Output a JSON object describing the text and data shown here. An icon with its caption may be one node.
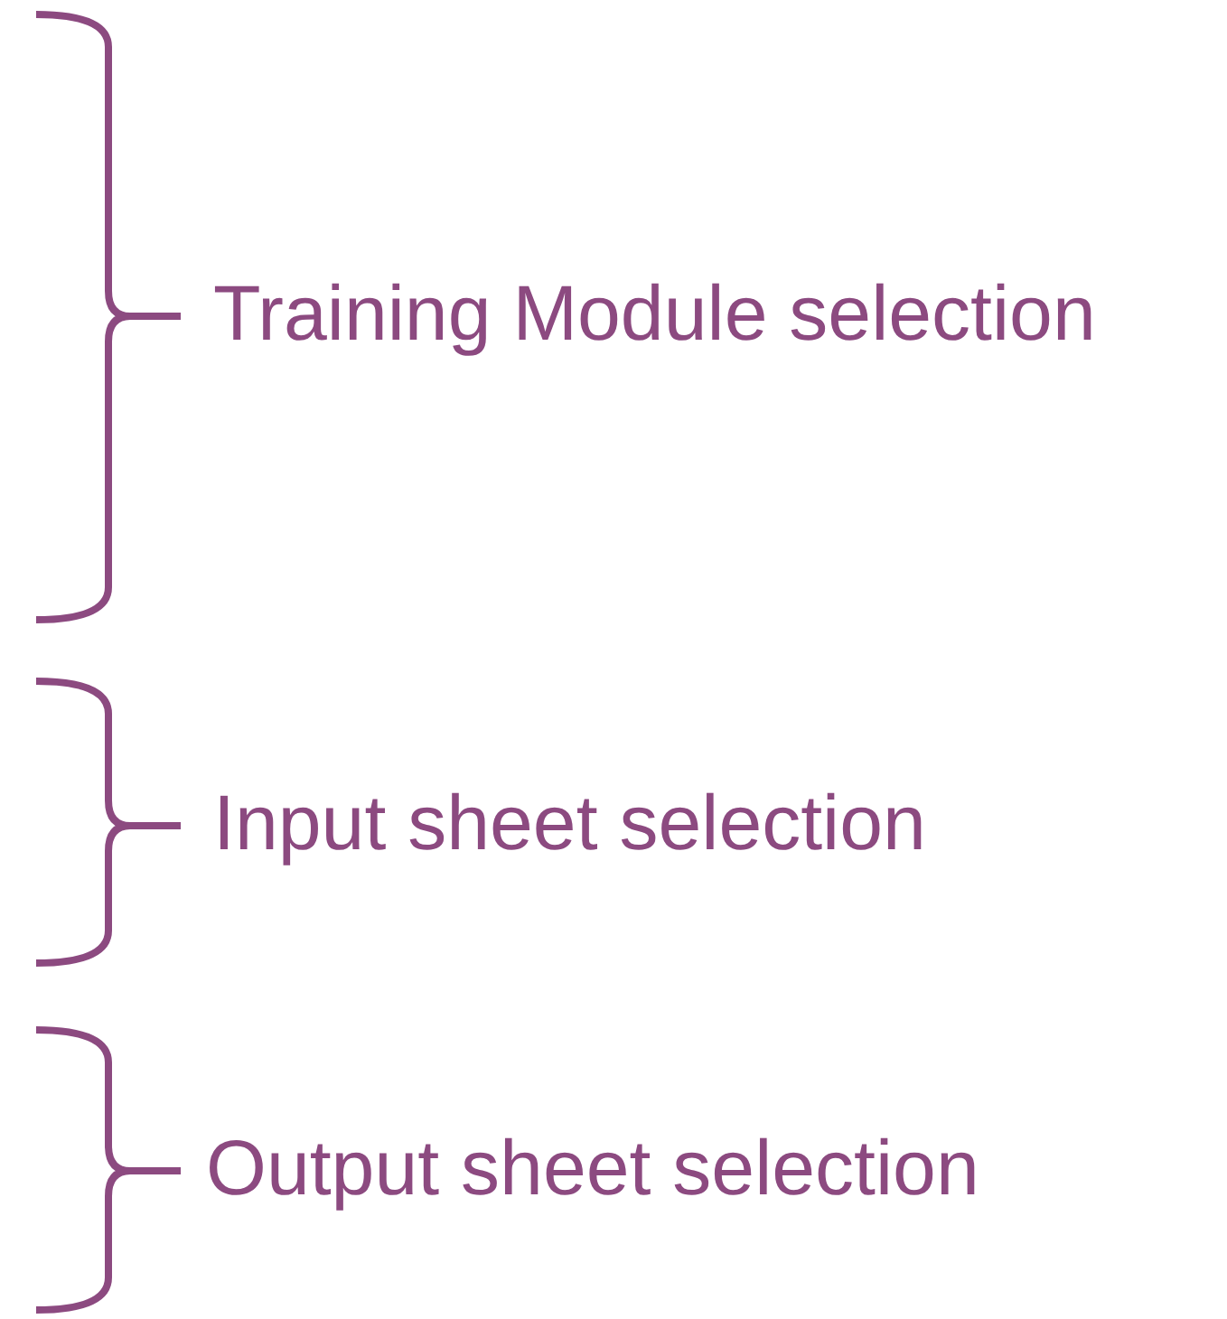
{
  "diagram": {
    "labels": [
      "Training Module selection",
      "Input sheet selection",
      "Output sheet selection"
    ]
  }
}
